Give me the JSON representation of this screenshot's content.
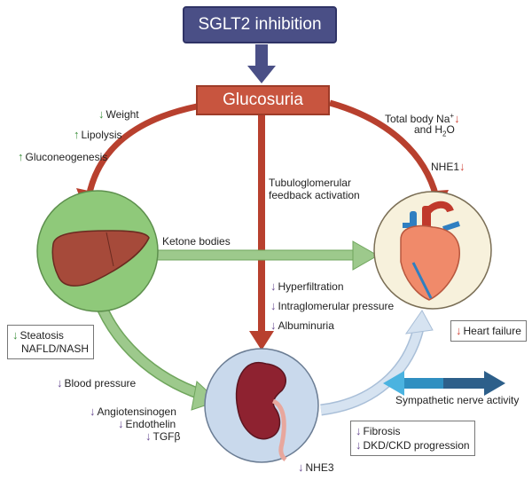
{
  "title": "SGLT2 inhibition",
  "hub": "Glucosuria",
  "liver_effects": [
    {
      "dir": "down",
      "text": "Weight"
    },
    {
      "dir": "up",
      "text": "Lipolysis"
    },
    {
      "dir": "up",
      "text": "Gluconeogenesis"
    }
  ],
  "heart_effects": {
    "sodium_line1": "Total body Na",
    "sodium_sup": "+",
    "sodium_line2a": "and H",
    "sodium_sub": "2",
    "sodium_line2b": "O",
    "nhe1": "NHE1"
  },
  "tubulo": {
    "line1": "Tubuloglomerular",
    "line2": "feedback activation"
  },
  "ketone": "Ketone bodies",
  "kidney_effects": [
    "Hyperfiltration",
    "Intraglomerular pressure",
    "Albuminuria"
  ],
  "steatosis": {
    "line1": "Steatosis",
    "line2": "NAFLD/NASH"
  },
  "heart_failure": "Heart failure",
  "sympathetic": "Sympathetic nerve activity",
  "blood_pressure": "Blood pressure",
  "raas": [
    "Angiotensinogen",
    "Endothelin",
    "TGFβ"
  ],
  "kidney_box": [
    "Fibrosis",
    "DKD/CKD progression"
  ],
  "nhe3": "NHE3",
  "colors": {
    "title_bg": "#4a4f86",
    "hub_bg": "#c8553f",
    "liver_circle": "#8fc97a",
    "heart_circle": "#f7f1dc",
    "kidney_circle": "#c9d9ec",
    "green_arrow": "#9dc98c",
    "blue_arrow": "#d6e3f1"
  }
}
